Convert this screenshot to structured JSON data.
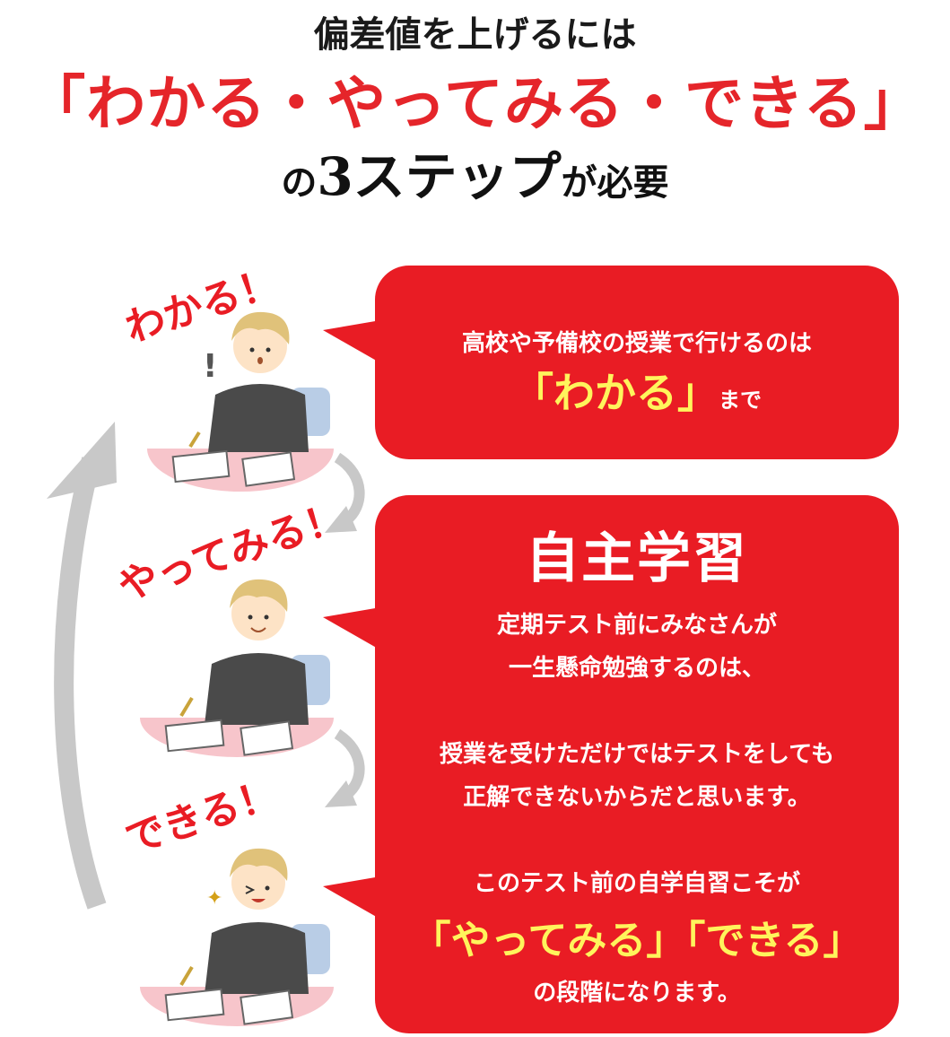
{
  "headline": {
    "line1": "偏差値を上げるには",
    "line2": "「わかる・やってみる・できる」",
    "line3_pre": "の",
    "line3_big": "3ステップ",
    "line3_post": "が必要"
  },
  "stages": {
    "s1": "わかる！",
    "s2": "やってみる！",
    "s3": "できる！"
  },
  "bubble1": {
    "line1": "高校や予備校の授業で行けるのは",
    "highlight": "「わかる」",
    "suffix": "まで"
  },
  "bubble2": {
    "heading": "自主学習",
    "p1_line1": "定期テスト前にみなさんが",
    "p1_line2": "一生懸命勉強するのは、",
    "p2_line1": "授業を受けただけではテストをしても",
    "p2_line2": "正解できないからだと思います。",
    "p3_line1": "このテスト前の自学自習こそが",
    "highlight": "「やってみる」「できる」",
    "p3_line3": "の段階になります。"
  },
  "colors": {
    "accent_red": "#e91c24",
    "highlight_yellow": "#fff45c",
    "arrow_gray": "#c8c8c8"
  }
}
